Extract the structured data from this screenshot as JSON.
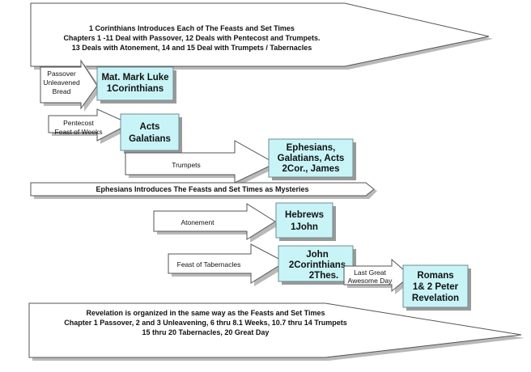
{
  "top_banner": {
    "lines": [
      "1 Corinthians Introduces Each of The Feasts and Set Times",
      "Chapters 1 -11 Deal with Passover, 12 Deals with Pentecost and Trumpets.",
      "13 Deals with Atonement, 14 and 15 Deal with Trumpets / Tabernacles"
    ]
  },
  "feasts": [
    {
      "label_lines": [
        "Passover",
        "Unleavened",
        "Bread"
      ],
      "book_lines": [
        "Mat. Mark Luke",
        "1Corinthians"
      ]
    },
    {
      "label_lines": [
        "Pentecost",
        "Feast of Weeks"
      ],
      "book_lines": [
        "Acts",
        "Galatians"
      ]
    },
    {
      "label_lines": [
        "Trumpets"
      ],
      "book_lines": [
        "Ephesians,",
        "Galatians, Acts",
        "2Cor., James"
      ]
    },
    {
      "label_lines": [
        "Atonement"
      ],
      "book_lines": [
        "Hebrews",
        "1John"
      ]
    },
    {
      "label_lines": [
        "Feast of Tabernacles"
      ],
      "book_lines": [
        "John",
        "2Corinthians",
        "2Thes."
      ]
    },
    {
      "label_lines": [
        "Last Great",
        "Awesome Day"
      ],
      "book_lines": [
        "Romans",
        "1& 2 Peter",
        "Revelation"
      ]
    }
  ],
  "mysteries_banner": {
    "text": "Ephesians Introduces The Feasts and Set Times as Mysteries"
  },
  "bottom_banner": {
    "lines": [
      "Revelation is organized in the same way as the Feasts and Set Times",
      "Chapter 1 Passover, 2 and 3 Unleavening,  6 thru 8.1 Weeks,   10.7 thru 14 Trumpets",
      "15 thru 20 Tabernacles, 20 Great Day"
    ]
  },
  "colors": {
    "book_box": "#c9f4f7",
    "arrow": "#ffffff",
    "stroke": "#555555"
  }
}
